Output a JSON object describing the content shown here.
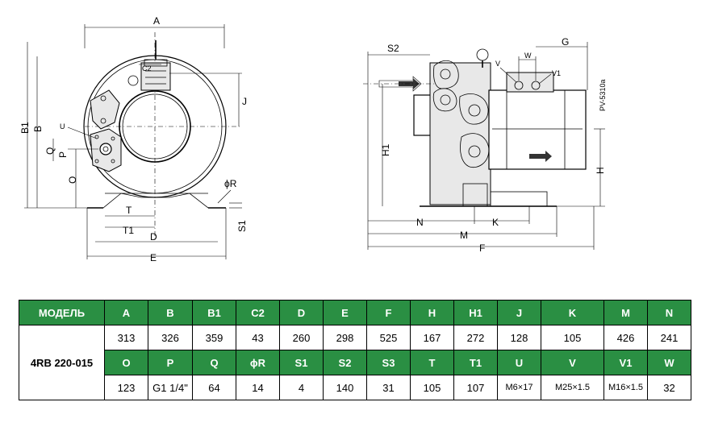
{
  "drawing": {
    "left_labels": {
      "A": "A",
      "C2": "C2",
      "J": "J",
      "B1": "B1",
      "B": "B",
      "U": "U",
      "Q": "Q",
      "P": "P",
      "O": "O",
      "T": "T",
      "T1": "T1",
      "D": "D",
      "E": "E",
      "phiR": "ϕR",
      "S1": "S1"
    },
    "right_labels": {
      "S2": "S2",
      "G": "G",
      "W": "W",
      "V": "V",
      "V1": "V1",
      "H1": "H1",
      "H": "H",
      "N": "N",
      "K": "K",
      "M": "M",
      "F": "F",
      "PV": "PV-5310a"
    }
  },
  "table": {
    "model_header": "МОДЕЛЬ",
    "model_name": "4RB 220-015",
    "row1_headers": [
      "A",
      "B",
      "B1",
      "C2",
      "D",
      "E",
      "F",
      "H",
      "H1",
      "J",
      "K",
      "M",
      "N"
    ],
    "row1_values": [
      "313",
      "326",
      "359",
      "43",
      "260",
      "298",
      "525",
      "167",
      "272",
      "128",
      "105",
      "426",
      "241"
    ],
    "row2_headers": [
      "O",
      "P",
      "Q",
      "ϕR",
      "S1",
      "S2",
      "S3",
      "T",
      "T1",
      "U",
      "V",
      "V1",
      "W"
    ],
    "row2_values": [
      "123",
      "G1 1/4\"",
      "64",
      "14",
      "4",
      "140",
      "31",
      "105",
      "107",
      "M6×17",
      "M25×1.5",
      "M16×1.5",
      "32"
    ],
    "header_color": "#2a8f43"
  }
}
